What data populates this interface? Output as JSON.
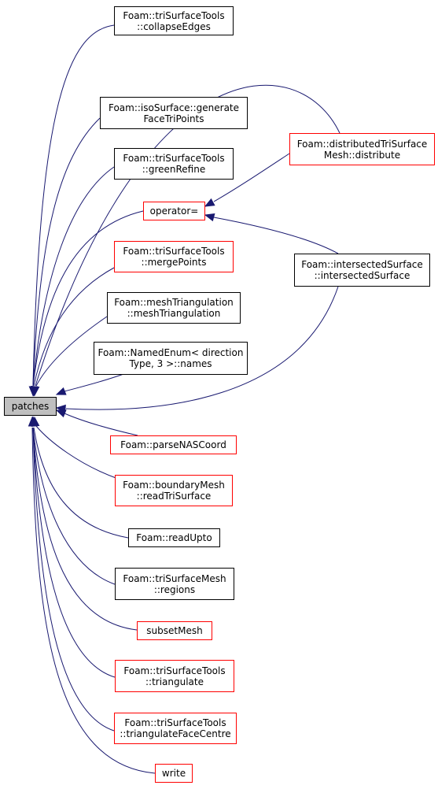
{
  "colors": {
    "edge": "#191970",
    "node_border_default": "#000000",
    "node_border_highlight": "#ff0000",
    "root_fill": "#bfbfbf"
  },
  "nodes": {
    "patches": {
      "line1": "patches"
    },
    "collapse_edges": {
      "line1": "Foam::triSurfaceTools",
      "line2": "::collapseEdges"
    },
    "generate_face_tri_points": {
      "line1": "Foam::isoSurface::generate",
      "line2": "FaceTriPoints"
    },
    "green_refine": {
      "line1": "Foam::triSurfaceTools",
      "line2": "::greenRefine"
    },
    "operator_eq": {
      "line1": "operator="
    },
    "merge_points": {
      "line1": "Foam::triSurfaceTools",
      "line2": "::mergePoints"
    },
    "mesh_triangulation": {
      "line1": "Foam::meshTriangulation",
      "line2": "::meshTriangulation"
    },
    "named_enum_names": {
      "line1": "Foam::NamedEnum< direction",
      "line2": "Type, 3 >::names"
    },
    "parse_nas_coord": {
      "line1": "Foam::parseNASCoord"
    },
    "read_tri_surface": {
      "line1": "Foam::boundaryMesh",
      "line2": "::readTriSurface"
    },
    "read_upto": {
      "line1": "Foam::readUpto"
    },
    "regions": {
      "line1": "Foam::triSurfaceMesh",
      "line2": "::regions"
    },
    "subset_mesh": {
      "line1": "subsetMesh"
    },
    "triangulate": {
      "line1": "Foam::triSurfaceTools",
      "line2": "::triangulate"
    },
    "triangulate_face_centre": {
      "line1": "Foam::triSurfaceTools",
      "line2": "::triangulateFaceCentre"
    },
    "write": {
      "line1": "write"
    },
    "distribute": {
      "line1": "Foam::distributedTriSurface",
      "line2": "Mesh::distribute"
    },
    "intersected_surface": {
      "line1": "Foam::intersectedSurface",
      "line2": "::intersectedSurface"
    }
  }
}
